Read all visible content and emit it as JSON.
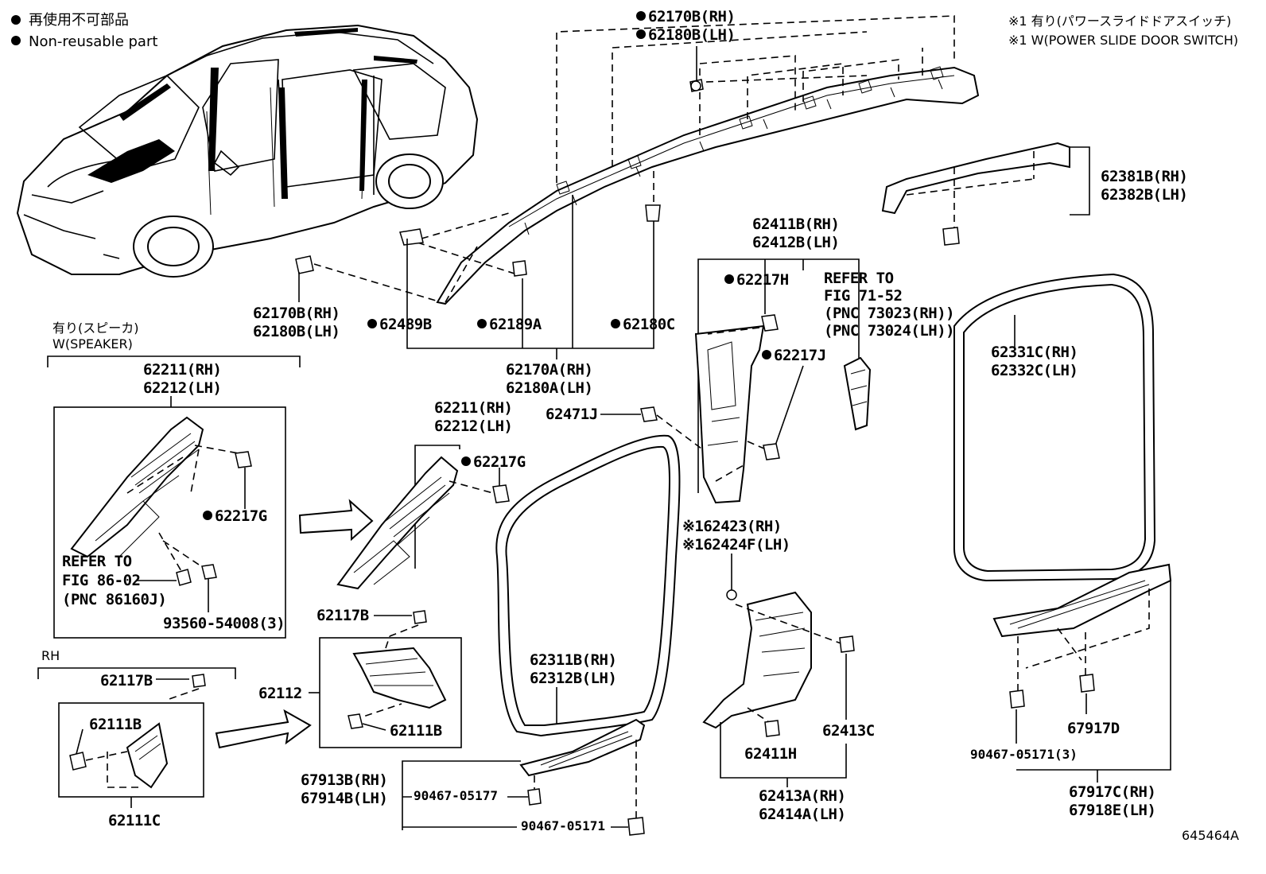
{
  "legend": {
    "jp": "再使用不可部品",
    "en": "Non-reusable part"
  },
  "notes": {
    "line1": "※1 有り(パワースライドドアスイッチ)",
    "line2": "※1 W(POWER SLIDE DOOR SWITCH)"
  },
  "labels": {
    "top_clip_rh": "62170B(RH)",
    "top_clip_lh": "62180B(LH)",
    "rail_clip_rh": "62170B(RH)",
    "rail_clip_lh": "62180B(LH)",
    "p62489b": "62489B",
    "p62189a": "62189A",
    "p62180c": "62180C",
    "rail_rh": "62170A(RH)",
    "rail_lh": "62180A(LH)",
    "speaker_jp": "有り(スピーカ)",
    "speaker_en": "W(SPEAKER)",
    "apillar_left_rh": "62211(RH)",
    "apillar_left_lh": "62212(LH)",
    "p62217g_left": "62217G",
    "refer1_a": "REFER TO",
    "refer1_b": "FIG 86-02",
    "refer1_c": "(PNC 86160J)",
    "screw_93560": "93560-54008(3)",
    "rh_label": "RH",
    "p62117b_left": "62117B",
    "p62111b_left": "62111B",
    "p62111c": "62111C",
    "apillar_mid_rh": "62211(RH)",
    "apillar_mid_lh": "62212(LH)",
    "p62217g_mid": "62217G",
    "p62117b_mid": "62117B",
    "p62112": "62112",
    "p62111b_mid": "62111B",
    "p62471j": "62471J",
    "front_seal_rh": "62311B(RH)",
    "front_seal_lh": "62312B(LH)",
    "scuff_front_rh": "67913B(RH)",
    "scuff_front_lh": "67914B(LH)",
    "clip_90467_05177": "90467-05177",
    "clip_90467_05171": "90467-05171",
    "bpillar_rh": "62411B(RH)",
    "bpillar_lh": "62412B(LH)",
    "p62217h": "62217H",
    "p62217j": "62217J",
    "refer2_a": "REFER TO",
    "refer2_b": "FIG 71-52",
    "refer2_c": "(PNC 73023(RH))",
    "refer2_d": "(PNC 73024(LH))",
    "switch_rh": "※162423(RH)",
    "switch_lh": "※162424F(LH)",
    "p62411h": "62411H",
    "p62413c": "62413C",
    "lower_b_rh": "62413A(RH)",
    "lower_b_lh": "62414A(LH)",
    "rear_molding_rh": "62381B(RH)",
    "rear_molding_lh": "62382B(LH)",
    "rear_seal_rh": "62331C(RH)",
    "rear_seal_lh": "62332C(LH)",
    "p67917d": "67917D",
    "clip_90467_05171_3": "90467-05171(3)",
    "scuff_rear_rh": "67917C(RH)",
    "scuff_rear_lh": "67918E(LH)",
    "illustration_no": "645464A"
  }
}
